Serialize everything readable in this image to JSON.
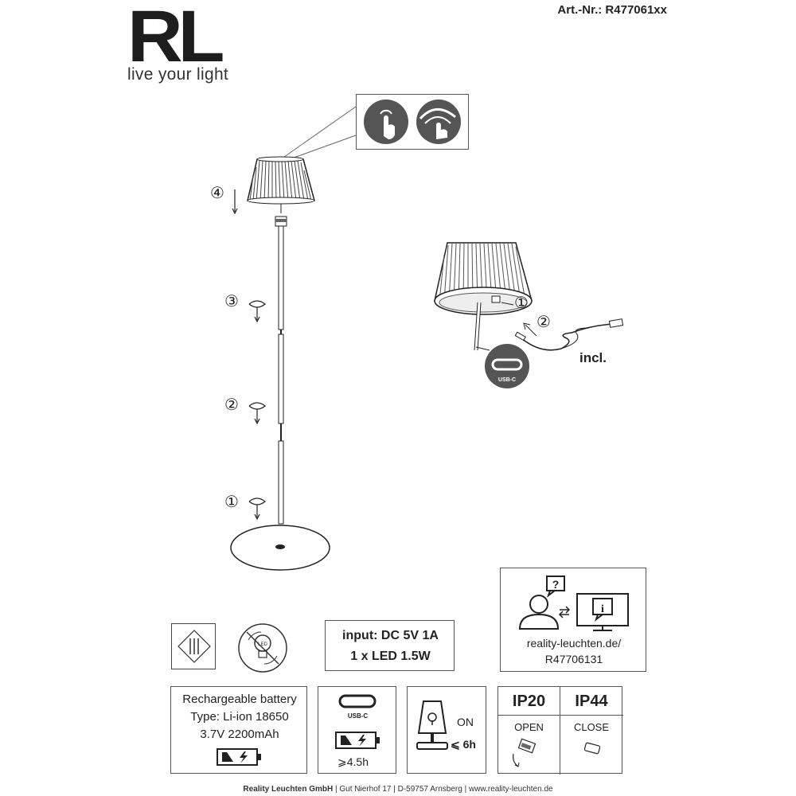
{
  "header": {
    "logo_text": "RL",
    "tagline": "live your light",
    "article_number": "Art.-Nr.: R477061xx"
  },
  "assembly": {
    "steps": [
      "④",
      "③",
      "②",
      "①"
    ],
    "charging_steps": [
      "①",
      "②"
    ],
    "cable_label": "incl.",
    "usb_badge": "USB-C"
  },
  "touch_panel": {
    "icons": [
      "touch-tap-icon",
      "touch-dim-icon"
    ]
  },
  "info_box": {
    "url_line1": "reality-leuchten.de/",
    "url_line2": "R47706131"
  },
  "specs": {
    "input_line": "input: DC 5V 1A",
    "led_line": "1 x LED 1.5W"
  },
  "battery": {
    "title": "Rechargeable battery",
    "type": "Type: Li-ion 18650",
    "capacity": "3.7V 2200mAh"
  },
  "charging": {
    "port_label": "USB-C",
    "charge_time": "⩾4.5h"
  },
  "runtime": {
    "state": "ON",
    "duration": "⩽ 6h"
  },
  "ip": {
    "ip20": "IP20",
    "ip44": "IP44",
    "open": "OPEN",
    "close": "CLOSE"
  },
  "footer": {
    "company": "Reality Leuchten GmbH",
    "address": "Gut Nierhof 17",
    "city": "D-59757 Arnsberg",
    "web": "www.reality-leuchten.de"
  }
}
